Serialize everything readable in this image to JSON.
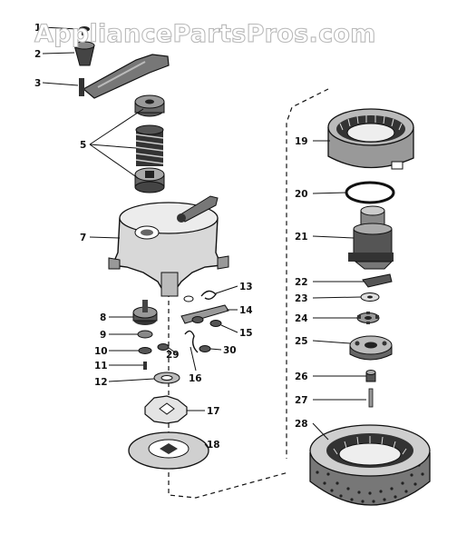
{
  "watermark": "AppliancePartsPros.com",
  "callouts": [
    {
      "id": "1",
      "label": "1"
    },
    {
      "id": "2",
      "label": "2"
    },
    {
      "id": "3",
      "label": "3"
    },
    {
      "id": "5",
      "label": "5"
    },
    {
      "id": "7",
      "label": "7"
    },
    {
      "id": "8",
      "label": "8"
    },
    {
      "id": "9",
      "label": "9"
    },
    {
      "id": "10",
      "label": "10"
    },
    {
      "id": "11",
      "label": "11"
    },
    {
      "id": "12",
      "label": "12"
    },
    {
      "id": "13",
      "label": "13"
    },
    {
      "id": "14",
      "label": "14"
    },
    {
      "id": "15",
      "label": "15"
    },
    {
      "id": "16",
      "label": "16"
    },
    {
      "id": "17",
      "label": "17"
    },
    {
      "id": "18",
      "label": "18"
    },
    {
      "id": "19",
      "label": "19"
    },
    {
      "id": "20",
      "label": "20"
    },
    {
      "id": "21",
      "label": "21"
    },
    {
      "id": "22",
      "label": "22"
    },
    {
      "id": "23",
      "label": "23"
    },
    {
      "id": "24",
      "label": "24"
    },
    {
      "id": "25",
      "label": "25"
    },
    {
      "id": "26",
      "label": "26"
    },
    {
      "id": "27",
      "label": "27"
    },
    {
      "id": "28",
      "label": "28"
    },
    {
      "id": "29",
      "label": "29"
    },
    {
      "id": "30",
      "label": "30"
    }
  ]
}
